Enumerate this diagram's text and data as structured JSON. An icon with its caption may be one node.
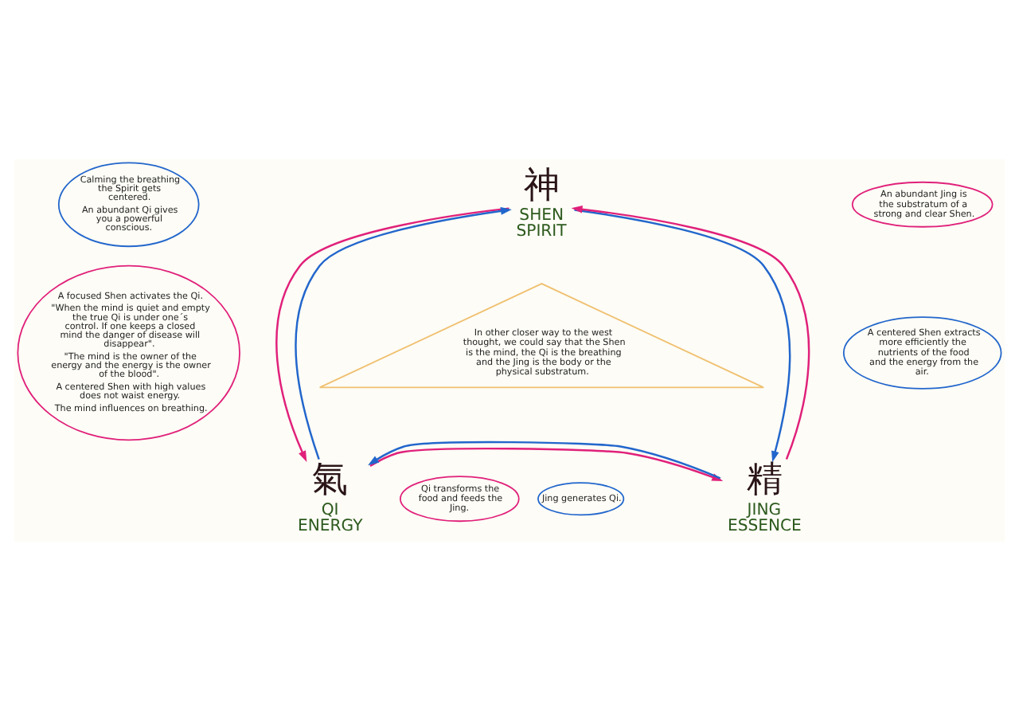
{
  "diagram": {
    "nodes": [
      {
        "text": [
          "Calming the breathing the Spirit gets centered.",
          "An abundant Qi gives you a powerful conscious."
        ]
      },
      {
        "text": [
          "神",
          "SHEN SPIRIT"
        ]
      },
      {
        "text": [
          "A focused Shen activates the Qi.",
          "\"When the mind is quiet and empty the true Qi is under one´s control. If one keeps a closed mind the danger of disease will disappear\".",
          "\"The mind is the owner of the energy and the energy is the owner of the blood\".",
          "A centered Shen with high values does not waist energy.",
          "The mind influences on breathing."
        ]
      },
      {
        "text": [
          "An abundant Jing is the substratum of a strong and clear Shen."
        ]
      },
      {
        "text": [
          "A centered Shen extracts more efficiently the nutrients of the food and the energy from the air."
        ]
      },
      {
        "text": [
          "In other closer way to the west thought, we could say that the Shen is the mind, the Qi is the breathing and the Jing is the body or the physical substratum."
        ]
      },
      {
        "text": [
          "氣",
          "QI ENERGY"
        ]
      },
      {
        "text": [
          "精",
          "JING ESSENCE"
        ]
      },
      {
        "text": [
          "Qi transforms the food and feeds the Jing."
        ]
      },
      {
        "text": [
          "Jing generates Qi."
        ]
      }
    ],
    "edges": [
      {
        "from": 6,
        "to": 1,
        "arrow": "to",
        "color": "#2266cc"
      },
      {
        "from": 1,
        "to": 6,
        "arrow": "to",
        "color": "#e0207a"
      },
      {
        "from": 7,
        "to": 1,
        "arrow": "to",
        "color": "#e0207a"
      },
      {
        "from": 1,
        "to": 7,
        "arrow": "to",
        "color": "#2266cc"
      },
      {
        "from": 6,
        "to": 7,
        "arrow": "to",
        "color": "#e0207a"
      },
      {
        "from": 7,
        "to": 6,
        "arrow": "to",
        "color": "#2266cc"
      }
    ]
  }
}
